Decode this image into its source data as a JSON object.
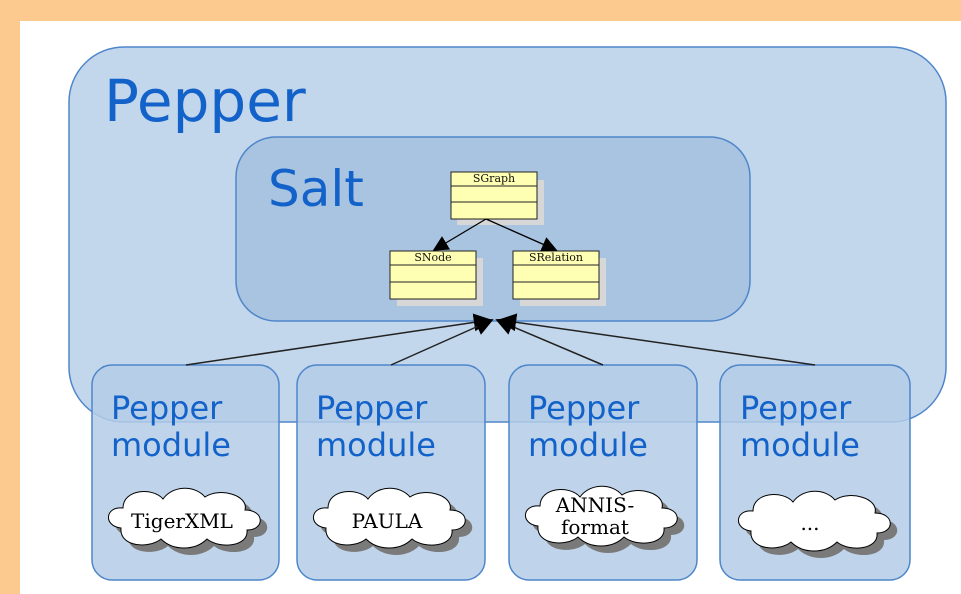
{
  "pepper": {
    "title": "Pepper"
  },
  "salt": {
    "title": "Salt",
    "classes": [
      {
        "name": "SGraph"
      },
      {
        "name": "SNode"
      },
      {
        "name": "SRelation"
      }
    ]
  },
  "modules": [
    {
      "label_line1": "Pepper",
      "label_line2": "module",
      "format": "TigerXML"
    },
    {
      "label_line1": "Pepper",
      "label_line2": "module",
      "format": "PAULA"
    },
    {
      "label_line1": "Pepper",
      "label_line2": "module",
      "format_line1": "ANNIS-",
      "format_line2": "format"
    },
    {
      "label_line1": "Pepper",
      "label_line2": "module",
      "format": "..."
    }
  ],
  "colors": {
    "background": "#fcc98f",
    "pepper_fill": "#c2d6ec",
    "salt_fill": "#a8c4e1",
    "module_fill": "#b4cde8",
    "border": "#4f86c9",
    "label_text": "#1262c9",
    "class_fill": "#ffffb3"
  }
}
